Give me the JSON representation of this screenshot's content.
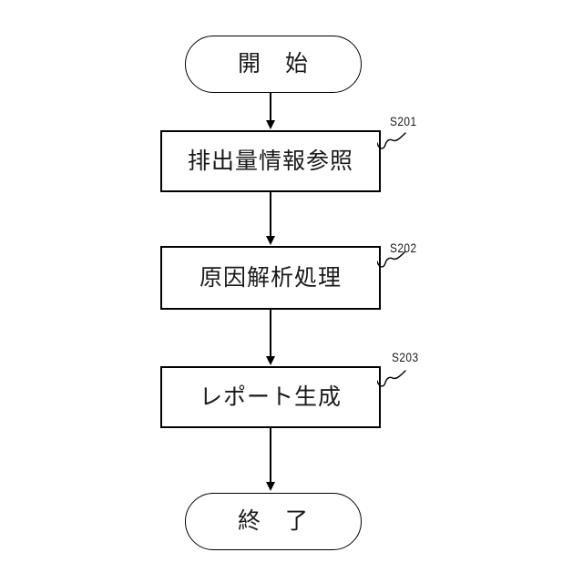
{
  "diagram": {
    "type": "flowchart",
    "background_color": "#ffffff",
    "line_color": "#000000",
    "text_color": "#1a1a1a",
    "nodes": [
      {
        "id": "start",
        "type": "terminal",
        "label": "開　始"
      },
      {
        "id": "step1",
        "type": "process",
        "label": "排出量情報参照",
        "step_label": "S201"
      },
      {
        "id": "step2",
        "type": "process",
        "label": "原因解析処理",
        "step_label": "S202"
      },
      {
        "id": "step3",
        "type": "process",
        "label": "レポート生成",
        "step_label": "S203"
      },
      {
        "id": "end",
        "type": "terminal",
        "label": "終　了"
      }
    ],
    "edges": [
      {
        "from": "start",
        "to": "step1"
      },
      {
        "from": "step1",
        "to": "step2"
      },
      {
        "from": "step2",
        "to": "step3"
      },
      {
        "from": "step3",
        "to": "end"
      }
    ]
  }
}
